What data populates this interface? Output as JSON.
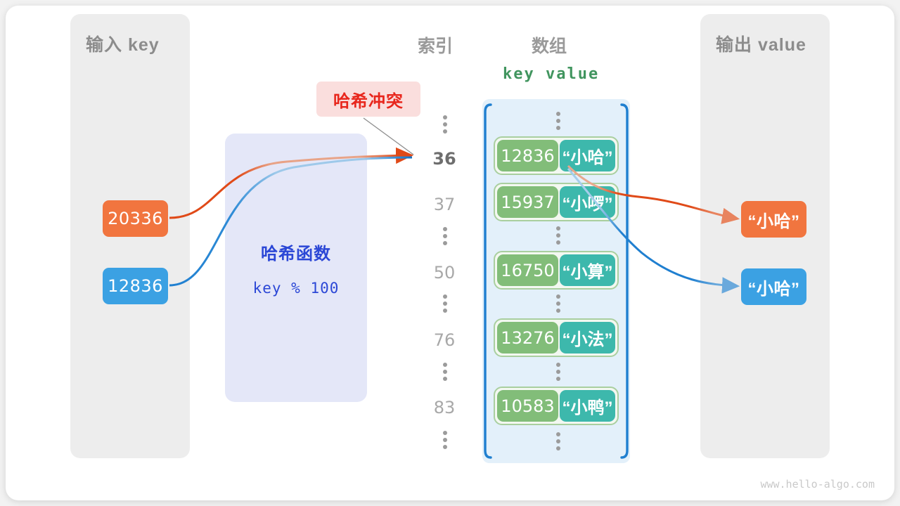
{
  "diagram": {
    "watermark": "www.hello-algo.com",
    "panels": {
      "input": {
        "title": "输入 key"
      },
      "output": {
        "title": "输出 value"
      }
    },
    "columns": {
      "index_title": "索引",
      "array_title": "数组",
      "kv_header": "key  value"
    },
    "hash_function": {
      "name": "哈希函数",
      "expression": "key % 100"
    },
    "collision_tag": "哈希冲突",
    "inputs": [
      {
        "value": "20336",
        "color": "#f1753f"
      },
      {
        "value": "12836",
        "color": "#3ba1e3"
      }
    ],
    "outputs": [
      {
        "value": "“小哈”",
        "color": "#f1753f"
      },
      {
        "value": "“小哈”",
        "color": "#3ba1e3"
      }
    ],
    "buckets": [
      {
        "index": "36",
        "key": "12836",
        "value": "“小哈”",
        "highlight": true
      },
      {
        "index": "37",
        "key": "15937",
        "value": "“小啰”",
        "highlight": false
      },
      {
        "index": "50",
        "key": "16750",
        "value": "“小算”",
        "highlight": false
      },
      {
        "index": "76",
        "key": "13276",
        "value": "“小法”",
        "highlight": false
      },
      {
        "index": "83",
        "key": "10583",
        "value": "“小鸭”",
        "highlight": false
      }
    ],
    "colors": {
      "key_cell": "#82bd79",
      "value_cell": "#3db8ac",
      "array_bg": "#e3f0fa",
      "bracket": "#1f7fd0",
      "hash_box": "#e4e7f8",
      "hash_text": "#2b47d6",
      "tag_bg": "#fadedd",
      "tag_text": "#e8261c",
      "panel_bg": "#ededed"
    }
  }
}
